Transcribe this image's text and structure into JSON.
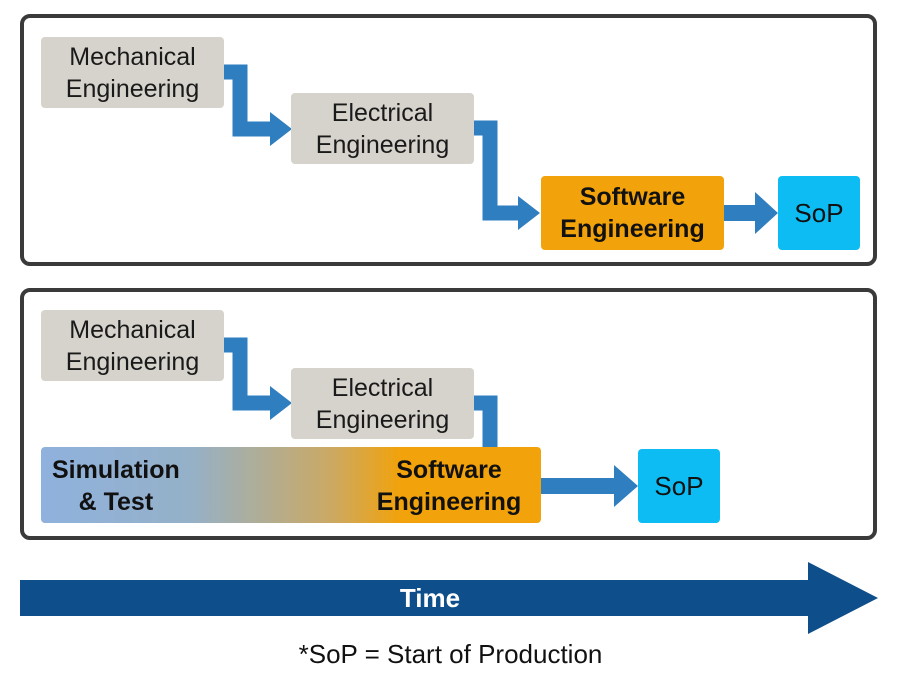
{
  "top_panel": {
    "mechanical": "Mechanical\nEngineering",
    "electrical": "Electrical\nEngineering",
    "software": "Software\nEngineering",
    "sop": "SoP"
  },
  "bottom_panel": {
    "mechanical": "Mechanical\nEngineering",
    "electrical": "Electrical\nEngineering",
    "simulation": "Simulation\n& Test",
    "software": "Software\nEngineering",
    "sop": "SoP"
  },
  "timeline": {
    "label": "Time"
  },
  "footnote": "*SoP = Start of Production",
  "colors": {
    "arrow_blue": "#2e7ec0",
    "time_arrow": "#0e4e8a",
    "phase_gray": "#d6d3cc",
    "software_orange": "#f2a20a",
    "sop_cyan": "#0cbcf2",
    "simulation_blue": "#8fb1dd"
  }
}
